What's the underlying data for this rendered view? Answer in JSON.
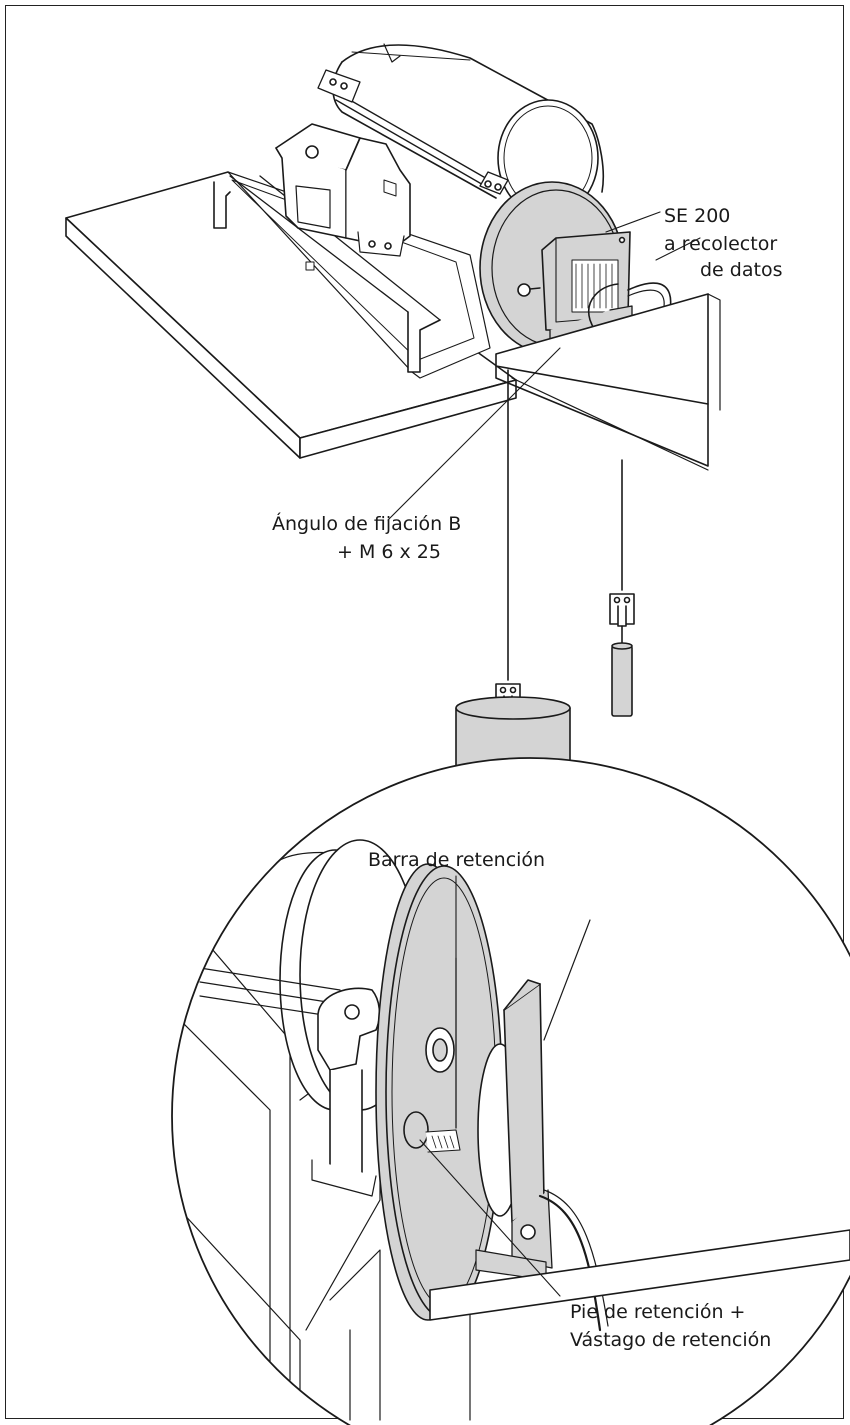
{
  "figure": {
    "labels": {
      "sensor": "SE 200",
      "collector_line1": "a recolector",
      "collector_line2": "de datos",
      "bracket_line1": "Ángulo de fijación B",
      "bracket_line2": "+ M 6 x 25",
      "retention_bar": "Barra de retención",
      "foot_line1": "Pie de retención +",
      "foot_line2": "Vástago de retención"
    },
    "colors": {
      "line": "#1a1a1a",
      "fill_gray": "#d4d4d4",
      "background": "#ffffff"
    }
  }
}
